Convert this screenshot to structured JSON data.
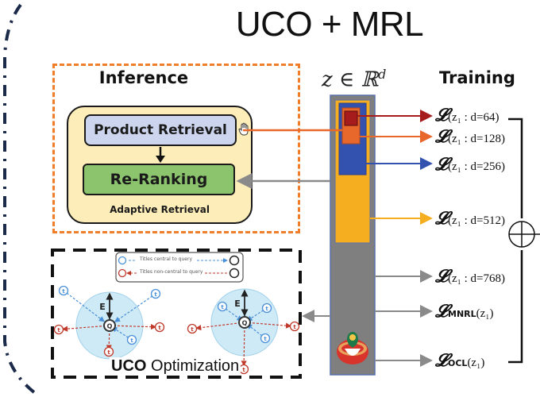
{
  "title": "UCO + MRL",
  "inference": {
    "heading": "Inference",
    "product_retrieval": "Product Retrieval",
    "re_ranking": "Re-Ranking",
    "adaptive_retrieval": "Adaptive Retrieval"
  },
  "embedding": {
    "label": "z ∈ ℝ",
    "superscript": "d"
  },
  "training": {
    "heading": "Training",
    "losses": [
      {
        "symbol": "𝓛",
        "arg": "(z₁ : d=64)",
        "color": "#a61c1c"
      },
      {
        "symbol": "𝓛",
        "arg": "(z₁ : d=128)",
        "color": "#e8672a"
      },
      {
        "symbol": "𝓛",
        "arg": "(z₁ : d=256)",
        "color": "#3352b0"
      },
      {
        "symbol": "𝓛",
        "arg": "(z₁ : d=512)",
        "color": "#f5ae1f"
      },
      {
        "symbol": "𝓛",
        "arg": "(z₁ : d=768)",
        "color": "#8a8a8a"
      },
      {
        "symbol": "𝓛",
        "subscript": "MNRL",
        "arg": "(z₁)",
        "color": "#8a8a8a"
      },
      {
        "symbol": "𝓛",
        "subscript": "OCL",
        "arg": "(z₁)",
        "color": "#8a8a8a"
      }
    ],
    "sum_symbol": "⊕"
  },
  "uco": {
    "legend": [
      {
        "from": "t",
        "text": "Titles central to query",
        "to": "Q",
        "color": "#4a90d9"
      },
      {
        "from": "t",
        "text": "Titles non-central to  query",
        "to": "Q",
        "color": "#c0392b"
      }
    ],
    "margin_label": "E",
    "query_label": "Q",
    "title_label": "t",
    "caption_bold": "UCO",
    "caption_rest": " Optimization"
  },
  "icons": {
    "cursor": "hand-cursor-icon",
    "matryoshka": "nesting-doll-icon"
  },
  "colors": {
    "inference_border": "#f07d2a",
    "uco_border": "#111111",
    "product_retrieval_fill": "#cdd5ee",
    "re_ranking_fill": "#8cc46e",
    "adaptive_fill": "#fdedb8",
    "outer_arc": "#1c2a4a",
    "circle_fill": "#cfeaf7"
  }
}
